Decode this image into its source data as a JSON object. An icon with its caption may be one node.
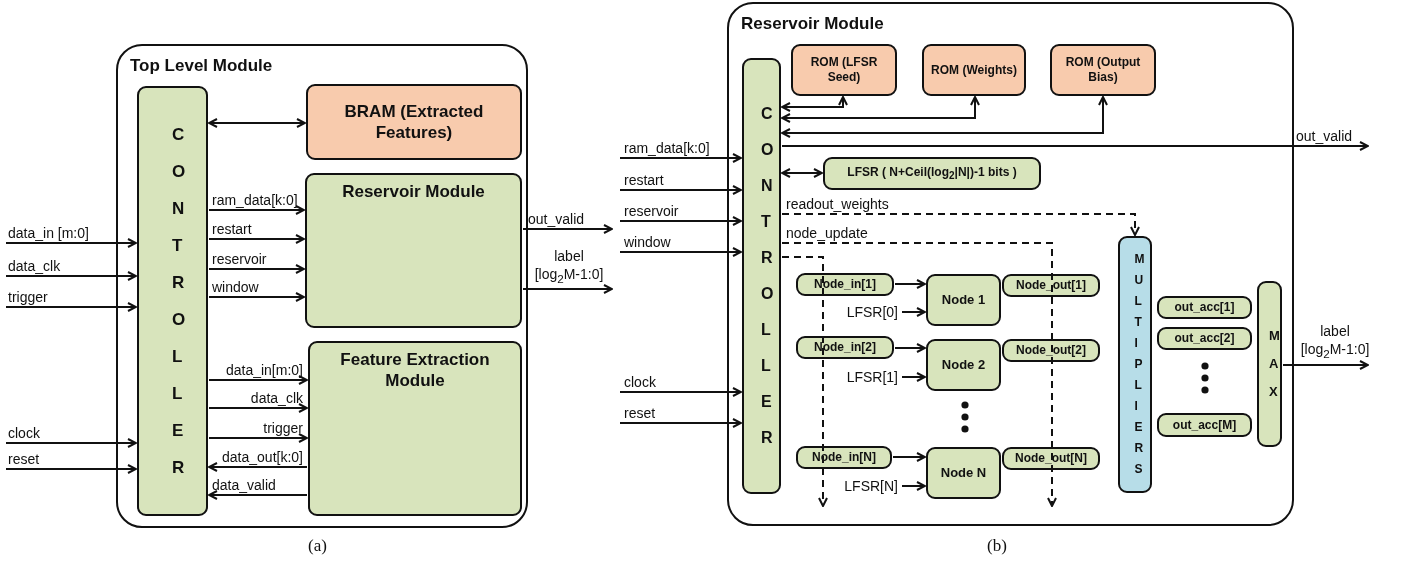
{
  "diagram": {
    "nodes": [
      {
        "text": [
          "Top Level Module"
        ]
      },
      {
        "text": [
          "CONTROLLER"
        ],
        "in": 0
      },
      {
        "text": [
          "BRAM (Extracted Features)"
        ],
        "in": 0
      },
      {
        "text": [
          "Reservoir Module"
        ],
        "in": 0
      },
      {
        "text": [
          "Feature Extraction Module"
        ],
        "in": 0
      },
      {
        "text": [
          "Reservoir Module"
        ]
      },
      {
        "text": [
          "CONTROLLER"
        ],
        "in": 5
      },
      {
        "text": [
          "ROM (LFSR Seed)"
        ],
        "in": 5
      },
      {
        "text": [
          "ROM (Weights)"
        ],
        "in": 5
      },
      {
        "text": [
          "ROM (Output Bias)"
        ],
        "in": 5
      },
      {
        "text": [
          "LFSR ( N+Ceil(log$_{2}$|N|)-1 bits )"
        ],
        "in": 5
      },
      {
        "text": [
          "Node_in[1]"
        ],
        "in": 5
      },
      {
        "text": [
          "Node 1"
        ],
        "in": 5
      },
      {
        "text": [
          "Node_out[1]"
        ],
        "in": 5
      },
      {
        "text": [
          "Node_in[2]"
        ],
        "in": 5
      },
      {
        "text": [
          "Node 2"
        ],
        "in": 5
      },
      {
        "text": [
          "Node_out[2]"
        ],
        "in": 5
      },
      {
        "text": [
          "Node_in[N]"
        ],
        "in": 5
      },
      {
        "text": [
          "Node N"
        ],
        "in": 5
      },
      {
        "text": [
          "Node_out[N]"
        ],
        "in": 5
      },
      {
        "text": [
          "MULTIPLIERS"
        ],
        "in": 5
      },
      {
        "text": [
          "out_acc[1]"
        ],
        "in": 5
      },
      {
        "text": [
          "out_acc[2]"
        ],
        "in": 5
      },
      {
        "text": [
          "out_acc[M]"
        ],
        "in": 5
      },
      {
        "text": [
          "MAX"
        ],
        "in": 5
      }
    ],
    "edges": [
      {
        "from": null,
        "to": 1,
        "arrow": "to",
        "label": "data_in [m:0]"
      },
      {
        "from": null,
        "to": 1,
        "arrow": "to",
        "label": "data_clk"
      },
      {
        "from": null,
        "to": 1,
        "arrow": "to",
        "label": "trigger"
      },
      {
        "from": null,
        "to": 1,
        "arrow": "to",
        "label": "clock"
      },
      {
        "from": null,
        "to": 1,
        "arrow": "to",
        "label": "reset"
      },
      {
        "from": 1,
        "to": 2,
        "arrow": "both"
      },
      {
        "from": 1,
        "to": 3,
        "arrow": "to",
        "label": "ram_data[k:0]"
      },
      {
        "from": 1,
        "to": 3,
        "arrow": "to",
        "label": "restart"
      },
      {
        "from": 1,
        "to": 3,
        "arrow": "to",
        "label": "reservoir"
      },
      {
        "from": 1,
        "to": 3,
        "arrow": "to",
        "label": "window"
      },
      {
        "from": 1,
        "to": 4,
        "arrow": "to",
        "label": "data_in[m:0]"
      },
      {
        "from": 1,
        "to": 4,
        "arrow": "to",
        "label": "data_clk"
      },
      {
        "from": 1,
        "to": 4,
        "arrow": "to",
        "label": "trigger"
      },
      {
        "from": 4,
        "to": 1,
        "arrow": "to",
        "label": "data_out[k:0]"
      },
      {
        "from": 4,
        "to": 1,
        "arrow": "to",
        "label": "data_valid"
      },
      {
        "from": 3,
        "to": null,
        "arrow": "to",
        "label": "out_valid"
      },
      {
        "from": 3,
        "to": null,
        "arrow": "to",
        "label": "label [log$_{2}$M-1:0]"
      },
      {
        "from": null,
        "to": 6,
        "arrow": "to",
        "label": "ram_data[k:0]"
      },
      {
        "from": null,
        "to": 6,
        "arrow": "to",
        "label": "restart"
      },
      {
        "from": null,
        "to": 6,
        "arrow": "to",
        "label": "reservoir"
      },
      {
        "from": null,
        "to": 6,
        "arrow": "to",
        "label": "window"
      },
      {
        "from": null,
        "to": 6,
        "arrow": "to",
        "label": "clock"
      },
      {
        "from": null,
        "to": 6,
        "arrow": "to",
        "label": "reset"
      },
      {
        "from": 6,
        "to": 7,
        "arrow": "both"
      },
      {
        "from": 6,
        "to": 8,
        "arrow": "both"
      },
      {
        "from": 6,
        "to": 9,
        "arrow": "both"
      },
      {
        "from": 6,
        "to": null,
        "arrow": "to",
        "label": "out_valid"
      },
      {
        "from": 6,
        "to": 10,
        "arrow": "both"
      },
      {
        "from": 6,
        "to": 20,
        "arrow": "to",
        "label": "readout_weights",
        "style": "dashed"
      },
      {
        "from": 6,
        "to": null,
        "arrow": "to",
        "label": "node_update",
        "style": "dashed"
      },
      {
        "from": 6,
        "to": null,
        "arrow": "to",
        "style": "dashed"
      },
      {
        "from": 11,
        "to": 12,
        "arrow": "to"
      },
      {
        "from": null,
        "to": 12,
        "arrow": "to",
        "label": "LFSR[0]"
      },
      {
        "from": 14,
        "to": 15,
        "arrow": "to"
      },
      {
        "from": null,
        "to": 15,
        "arrow": "to",
        "label": "LFSR[1]"
      },
      {
        "from": 17,
        "to": 18,
        "arrow": "to"
      },
      {
        "from": null,
        "to": 18,
        "arrow": "to",
        "label": "LFSR[N]"
      },
      {
        "from": 24,
        "to": null,
        "arrow": "to",
        "label": "label [log$_{2}$M-1:0]"
      }
    ],
    "labels": [
      "(a)",
      "(b)"
    ]
  }
}
